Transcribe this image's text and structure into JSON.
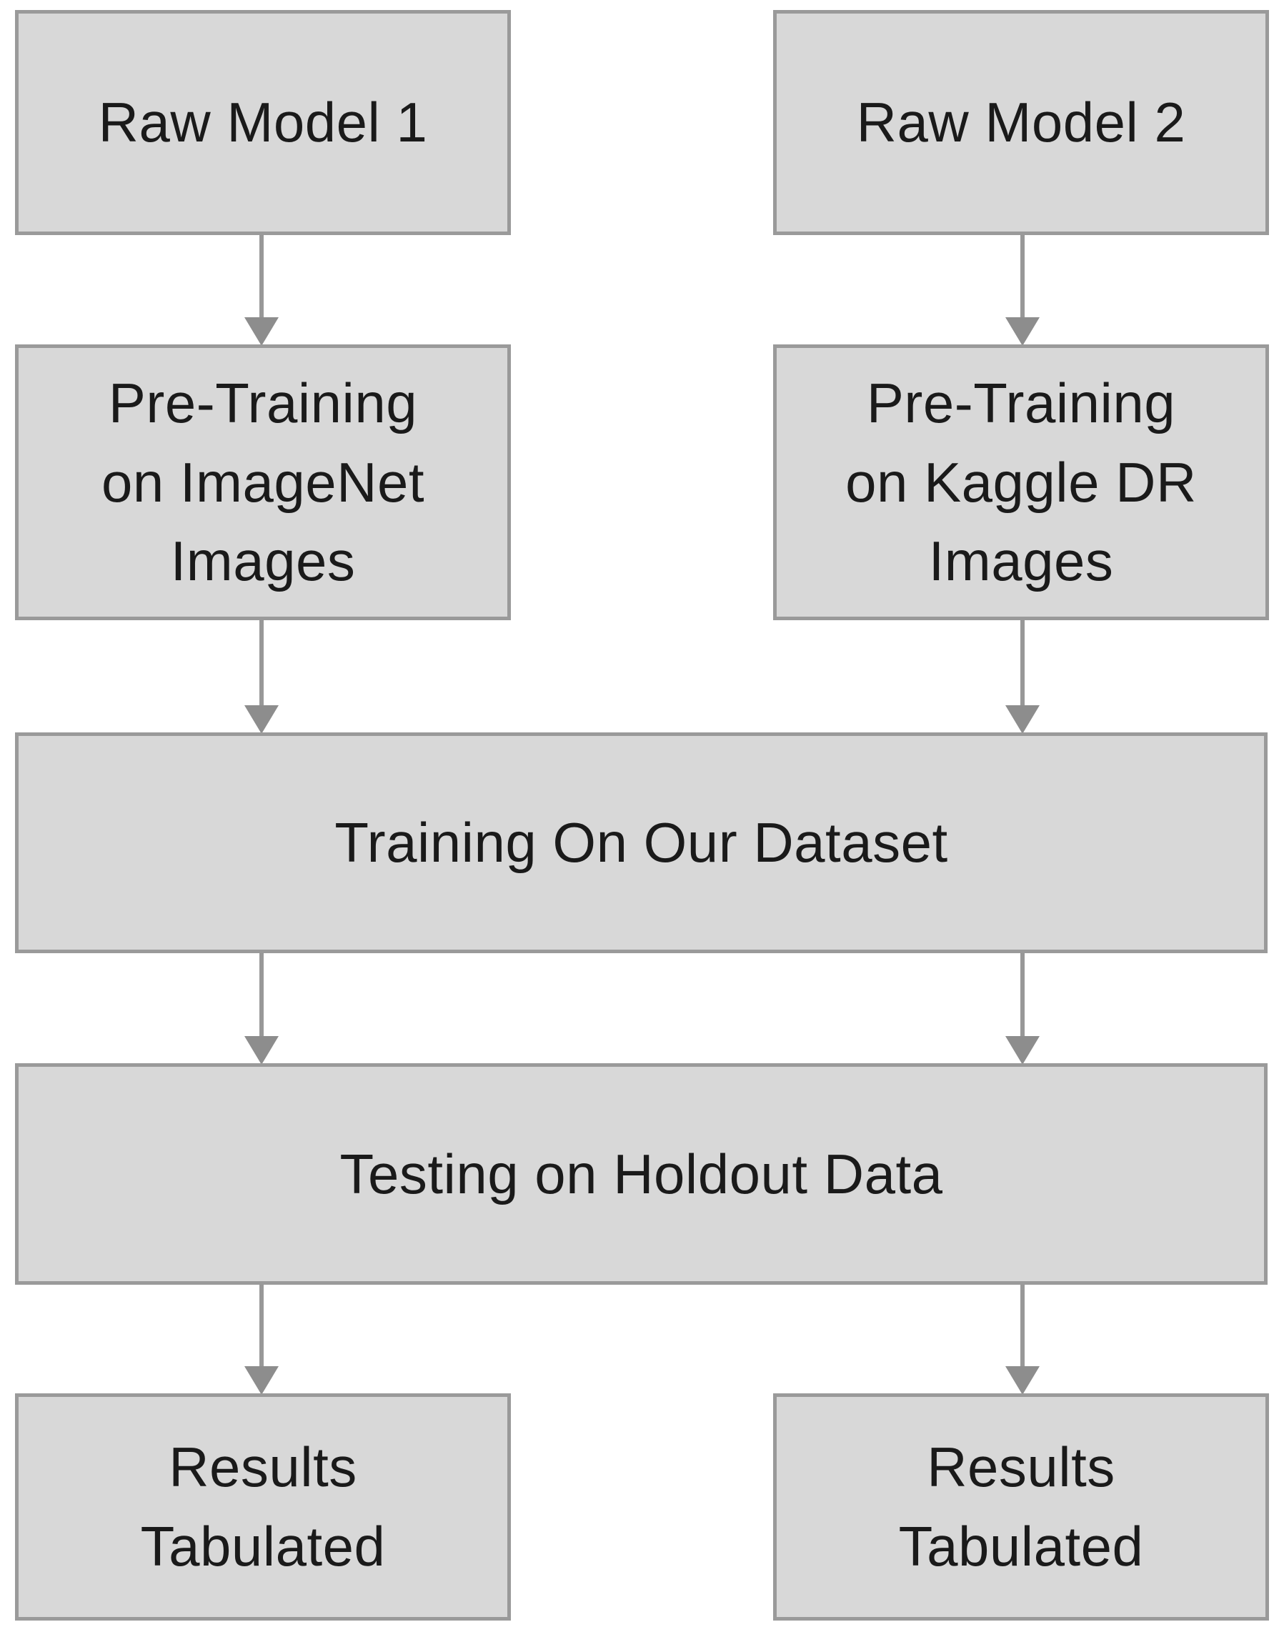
{
  "diagram": {
    "type": "flowchart",
    "colors": {
      "background": "#ffffff",
      "box_fill": "#d8d8d8",
      "box_border": "#9a9a9a",
      "arrow": "#929292",
      "text": "#1a1a1a"
    },
    "nodes": {
      "raw_model_1": {
        "label": "Raw Model 1"
      },
      "raw_model_2": {
        "label": "Raw Model 2"
      },
      "pretrain_imagenet": {
        "label": "Pre-Training on ImageNet Images",
        "lines": [
          "Pre-Training",
          "on ImageNet",
          "Images"
        ]
      },
      "pretrain_kaggle_dr": {
        "label": "Pre-Training on Kaggle DR Images",
        "lines": [
          "Pre-Training",
          "on Kaggle DR",
          "Images"
        ]
      },
      "training_dataset": {
        "label": "Training On Our Dataset"
      },
      "testing_holdout": {
        "label": "Testing on Holdout Data"
      },
      "results_tabulated_left": {
        "label": "Results Tabulated",
        "lines": [
          "Results",
          "Tabulated"
        ]
      },
      "results_tabulated_right": {
        "label": "Results Tabulated",
        "lines": [
          "Results",
          "Tabulated"
        ]
      }
    },
    "edges": [
      {
        "from": "raw_model_1",
        "to": "pretrain_imagenet"
      },
      {
        "from": "raw_model_2",
        "to": "pretrain_kaggle_dr"
      },
      {
        "from": "pretrain_imagenet",
        "to": "training_dataset"
      },
      {
        "from": "pretrain_kaggle_dr",
        "to": "training_dataset"
      },
      {
        "from": "training_dataset",
        "to": "testing_holdout",
        "side": "left"
      },
      {
        "from": "training_dataset",
        "to": "testing_holdout",
        "side": "right"
      },
      {
        "from": "testing_holdout",
        "to": "results_tabulated_left"
      },
      {
        "from": "testing_holdout",
        "to": "results_tabulated_right"
      }
    ]
  }
}
